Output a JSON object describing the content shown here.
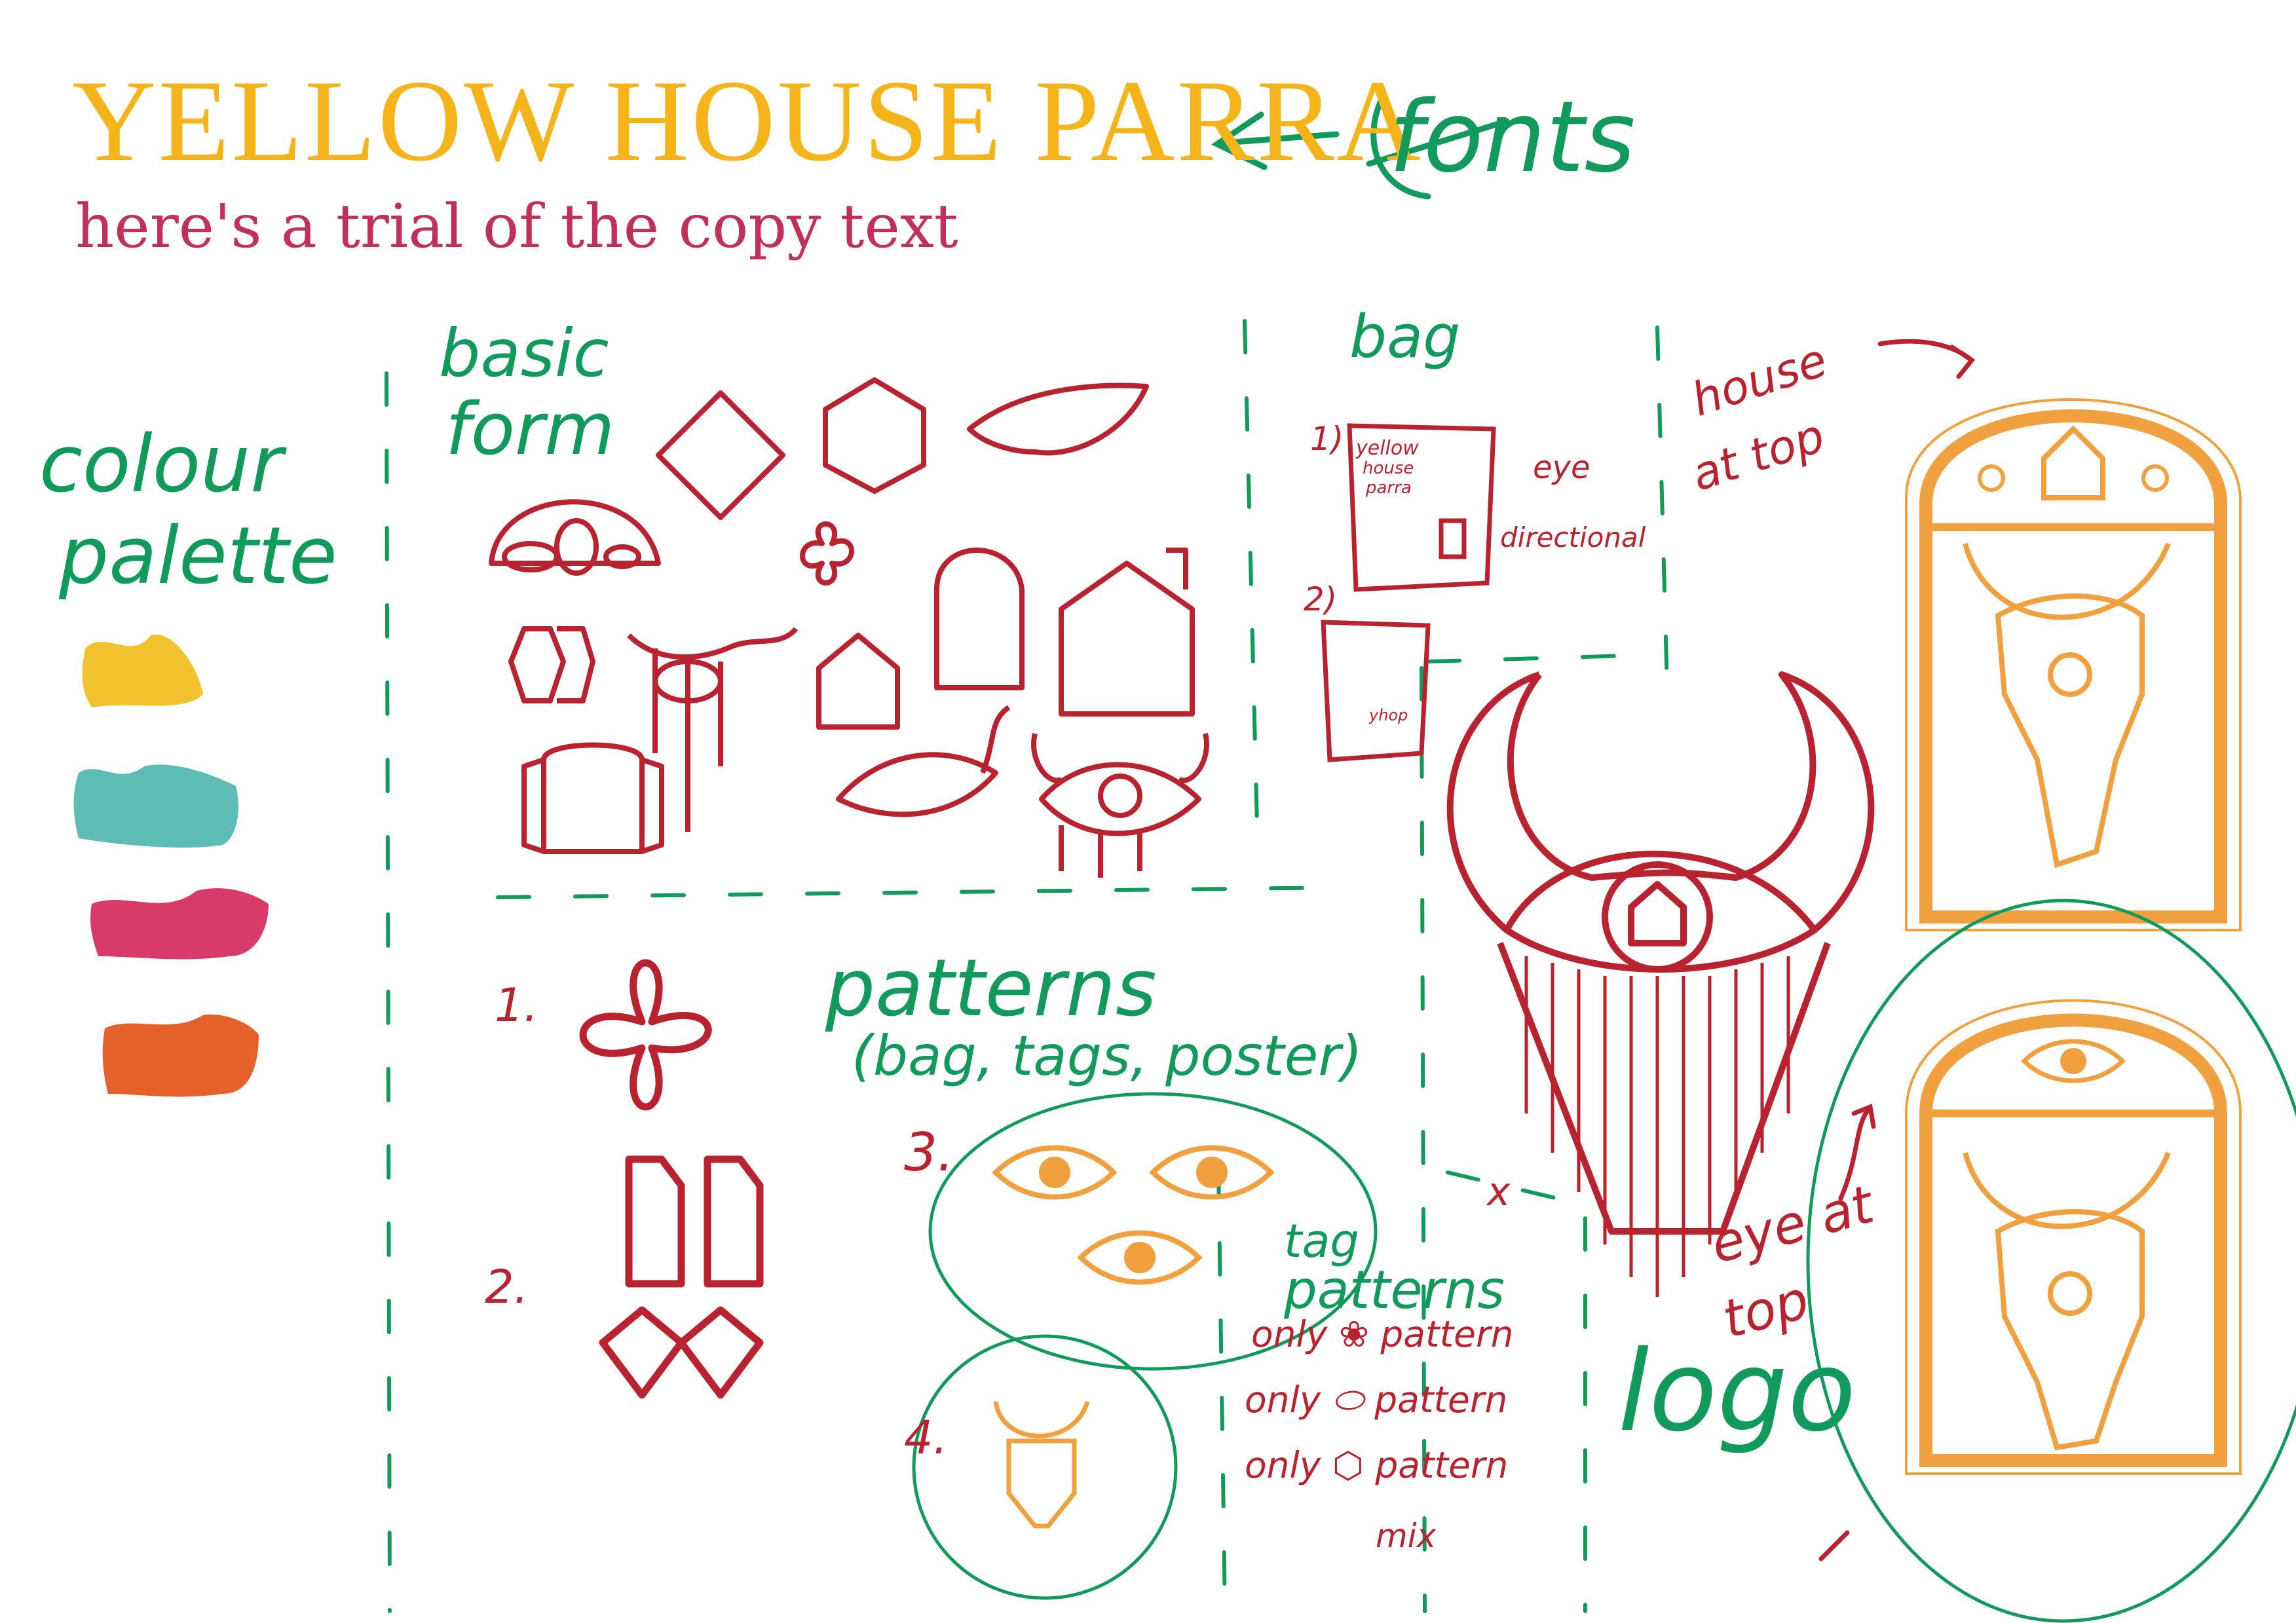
{
  "header": {
    "title": "YELLOW HOUSE PARRA",
    "subtitle": "here's a trial of the copy text",
    "fonts_label": "fonts"
  },
  "palette": {
    "label_line1": "colour",
    "label_line2": "palette",
    "swatches": [
      "#f2c12e",
      "#5dbdb5",
      "#d83a6a",
      "#e5612c"
    ]
  },
  "sections": {
    "basic_form_line1": "basic",
    "basic_form_line2": "form",
    "bag": "bag",
    "house_line1": "house",
    "house_line2": "at top",
    "patterns_line1": "patterns",
    "patterns_line2": "(bag, tags, poster)",
    "tag_patterns_line1": "tag",
    "tag_patterns_line2": "patterns",
    "logo": "logo",
    "eye_line1": "eye at",
    "eye_line2": "top"
  },
  "bag_notes": {
    "n1": "1)",
    "n2": "2)",
    "bag_text_1": "yellow",
    "bag_text_2": "house",
    "bag_text_3": "parra",
    "eye": "eye",
    "directional": "directional",
    "small_text": "yhop"
  },
  "pattern_numbers": [
    "1.",
    "2.",
    "3.",
    "4."
  ],
  "tag_pattern_lines": [
    "only ❀ pattern",
    "only ⬭ pattern",
    "only ⬡ pattern",
    "mix"
  ],
  "cross_mark": "x"
}
